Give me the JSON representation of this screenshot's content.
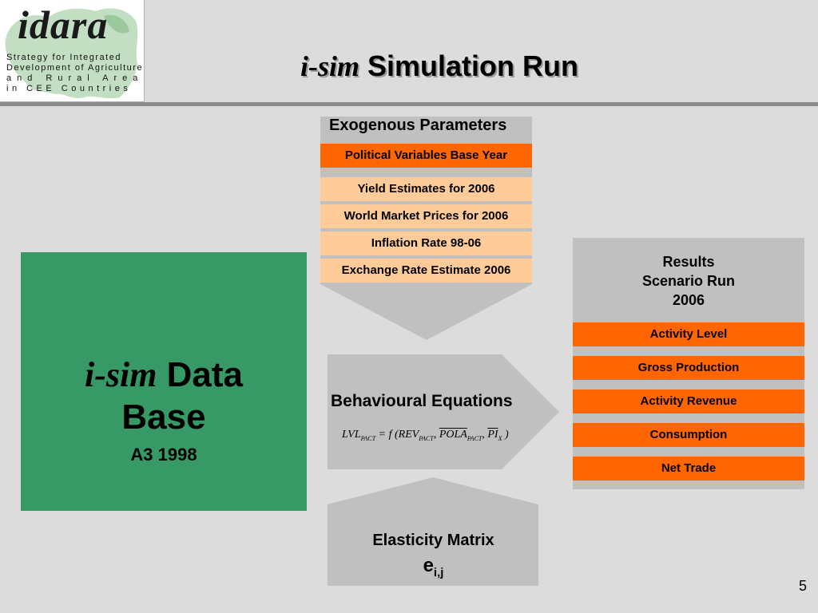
{
  "logo": {
    "word": "idara",
    "lines": [
      "Strategy for Integrated",
      "Development of Agriculture",
      "and Rural Areas",
      "in CEE Countries"
    ]
  },
  "title": {
    "italic": "i-sim",
    "rest": " Simulation Run"
  },
  "database": {
    "italic": "i-sim",
    "word1": " Data",
    "word2": "Base",
    "line3": "A3 1998"
  },
  "exogenous": {
    "title": "Exogenous Parameters",
    "items": [
      "Political Variables Base Year",
      "Yield Estimates for 2006",
      "World Market Prices for 2006",
      "Inflation Rate 98-06",
      "Exchange Rate Estimate 2006"
    ]
  },
  "behavioural": {
    "title": "Behavioural Equations",
    "formula": {
      "lhs": "LVL",
      "lhs_sub": "PACT",
      "eq": " = f (",
      "t1": "REV",
      "t1_sub": "PACT",
      "sep1": ", ",
      "t2": "POLA",
      "t2_sub": "PACT",
      "sep2": ", ",
      "t3": "PI",
      "t3_sub": "X",
      "close": " )"
    }
  },
  "elasticity": {
    "title": "Elasticity Matrix",
    "symbol": "e",
    "subscript": "i,j"
  },
  "results": {
    "title_lines": [
      "Results",
      "Scenario Run",
      "2006"
    ],
    "items": [
      "Activity Level",
      "Gross Production",
      "Activity Revenue",
      "Consumption",
      "Net Trade"
    ]
  },
  "page_number": "5",
  "colors": {
    "background": "#dcdcdc",
    "database_green": "#379a66",
    "orange": "#ff6600",
    "peach": "#ffcc99",
    "shape_gray": "#c0c0c0"
  }
}
